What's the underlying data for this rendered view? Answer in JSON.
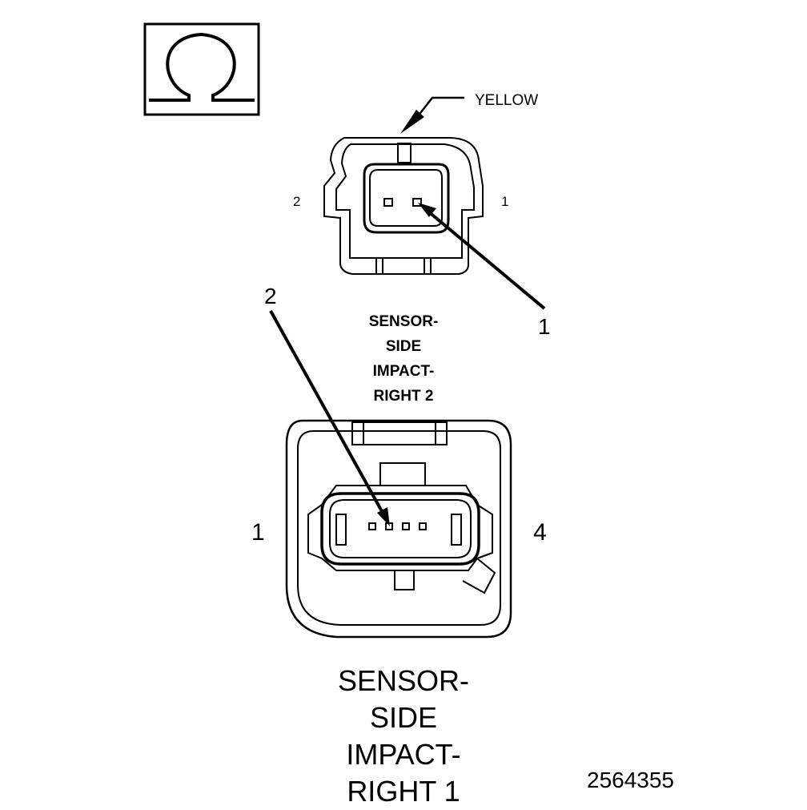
{
  "icon": {
    "name": "ohm-symbol"
  },
  "wire_color_label": "YELLOW",
  "sensor_right_2": {
    "title_lines": [
      "SENSOR-",
      "SIDE",
      "IMPACT-",
      "RIGHT 2"
    ],
    "pin_left": "2",
    "pin_right": "1",
    "callout": "1"
  },
  "sensor_right_1": {
    "title_lines": [
      "SENSOR-",
      "SIDE",
      "IMPACT-",
      "RIGHT 1"
    ],
    "pin_left": "1",
    "pin_right": "4",
    "callout": "2"
  },
  "figure_number": "2564355"
}
